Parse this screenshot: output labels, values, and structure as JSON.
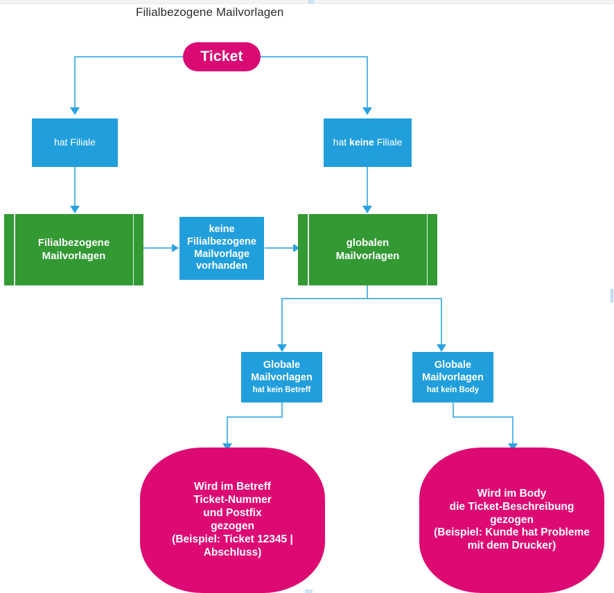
{
  "document": {
    "title": "Filialbezogene Mailvorlagen"
  },
  "palette": {
    "pink": "#DD0A74",
    "blue": "#219FDC",
    "green": "#339933",
    "connector": "#56B7E8",
    "arrowhead": "#2AA3DF",
    "text_on_shape": "#FFFFFF",
    "title_text": "#2B2B2B",
    "page_background": "#FFFFFF"
  },
  "nodes": {
    "ticket": {
      "label": "Ticket",
      "shape": "pill",
      "color": "pink"
    },
    "hat_filiale": {
      "label": "hat Filiale",
      "shape": "rectangle",
      "color": "blue"
    },
    "hat_keine_filiale": {
      "label_part1": "hat ",
      "label_bold": "keine",
      "label_part2": " Filiale",
      "shape": "rectangle",
      "color": "blue"
    },
    "filialbezogene_mailvorlagen": {
      "line1": "Filialbezogene",
      "line2": "Mailvorlagen",
      "shape": "predefined-process",
      "color": "green"
    },
    "keine_vorlage_vorhanden": {
      "line1": "keine",
      "line2": "Filialbezogene",
      "line3": "Mailvorlage",
      "line4": "vorhanden",
      "shape": "rectangle",
      "color": "blue"
    },
    "globalen_mailvorlagen": {
      "line1": "globalen",
      "line2": "Mailvorlagen",
      "shape": "predefined-process",
      "color": "green"
    },
    "global_kein_betreff": {
      "line1": "Globale",
      "line2": "Mailvorlagen",
      "sub_part1": "hat ",
      "sub_bold": "kein",
      "sub_part2": " Betreff",
      "shape": "rectangle",
      "color": "blue"
    },
    "global_kein_body": {
      "line1": "Globale",
      "line2": "Mailvorlagen",
      "sub_part1": "hat ",
      "sub_bold": "kein",
      "sub_part2": " Body",
      "shape": "rectangle",
      "color": "blue"
    },
    "ergebnis_betreff": {
      "line1": "Wird im Betreff",
      "line2": "Ticket-Nummer",
      "line3": "und Postfix",
      "line4": "gezogen",
      "line5": "(Beispiel: Ticket 12345 | Abschluss)",
      "shape": "terminator",
      "color": "pink"
    },
    "ergebnis_body": {
      "line1": "Wird im Body",
      "line2": "die Ticket-Beschreibung",
      "line3": "gezogen",
      "line4": "(Beispiel: Kunde hat Probleme",
      "line5": "mit dem Drucker)",
      "shape": "terminator",
      "color": "pink"
    }
  },
  "chart_data": {
    "type": "diagram",
    "title": "Filialbezogene Mailvorlagen",
    "diagram_kind": "flowchart",
    "edges": [
      {
        "from": "ticket",
        "to": "hat_filiale",
        "style": "elbow-left-down",
        "arrow": true
      },
      {
        "from": "ticket",
        "to": "hat_keine_filiale",
        "style": "elbow-right-down",
        "arrow": true
      },
      {
        "from": "hat_filiale",
        "to": "filialbezogene_mailvorlagen",
        "style": "straight-down",
        "arrow": true
      },
      {
        "from": "hat_keine_filiale",
        "to": "globalen_mailvorlagen",
        "style": "straight-down",
        "arrow": true
      },
      {
        "from": "filialbezogene_mailvorlagen",
        "to": "keine_vorlage_vorhanden",
        "style": "straight-right",
        "arrow": true
      },
      {
        "from": "keine_vorlage_vorhanden",
        "to": "globalen_mailvorlagen",
        "style": "straight-right",
        "arrow": true
      },
      {
        "from": "globalen_mailvorlagen",
        "to": "global_kein_betreff",
        "style": "split-down-left",
        "arrow": true
      },
      {
        "from": "globalen_mailvorlagen",
        "to": "global_kein_body",
        "style": "split-down-right",
        "arrow": true
      },
      {
        "from": "global_kein_betreff",
        "to": "ergebnis_betreff",
        "style": "elbow-down-left",
        "arrow": true
      },
      {
        "from": "global_kein_body",
        "to": "ergebnis_body",
        "style": "elbow-down-right",
        "arrow": true
      }
    ]
  }
}
